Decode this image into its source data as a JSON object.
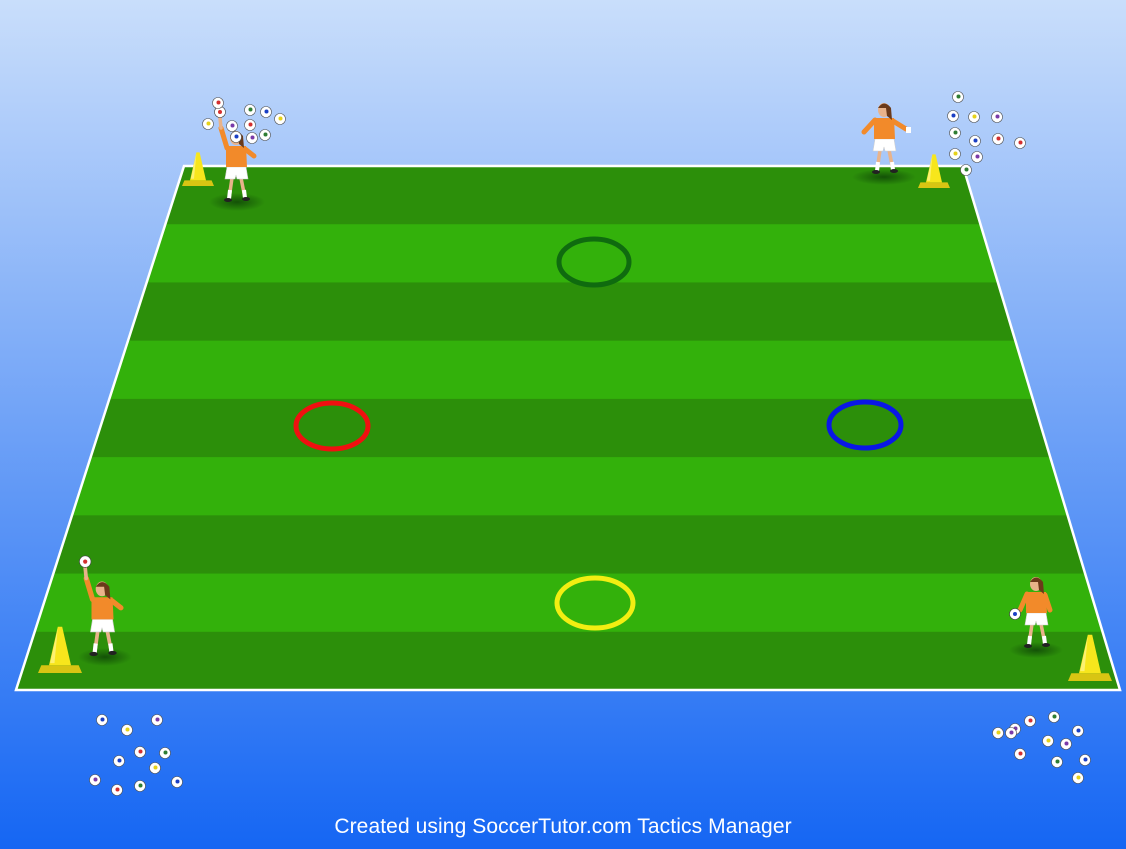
{
  "footer": {
    "credit": "Created using SoccerTutor.com Tactics Manager"
  },
  "colors": {
    "background_top": "#c9defb",
    "background_bottom": "#1566f3",
    "pitch_stripe_dark": "#2c8f0a",
    "pitch_stripe_light": "#33b10b",
    "pitch_line": "#ffffff",
    "cone": "#f7e61c",
    "player_shirt": "#f28a2a",
    "player_shorts": "#ffffff",
    "ball_colors": [
      "#d32f2f",
      "#2e7d32",
      "#1a3fc4",
      "#e6d21a",
      "#7a3aa8"
    ]
  },
  "pitch": {
    "stripes": 9
  },
  "rings": [
    {
      "name": "ring-green",
      "color": "#0f6b0f"
    },
    {
      "name": "ring-red",
      "color": "#f01010"
    },
    {
      "name": "ring-blue",
      "color": "#0a17e6"
    },
    {
      "name": "ring-yellow",
      "color": "#f2ee12"
    }
  ],
  "players": [
    {
      "name": "player-top-left",
      "pose": "throwing"
    },
    {
      "name": "player-top-right",
      "pose": "lunging"
    },
    {
      "name": "player-bottom-left",
      "pose": "throwing"
    },
    {
      "name": "player-bottom-right",
      "pose": "holding-ball"
    }
  ],
  "cones": [
    "cone-top-left",
    "cone-top-right",
    "cone-bottom-left",
    "cone-bottom-right"
  ],
  "ball_piles": [
    "balls-top-left",
    "balls-top-right",
    "balls-bottom-left",
    "balls-bottom-right"
  ]
}
